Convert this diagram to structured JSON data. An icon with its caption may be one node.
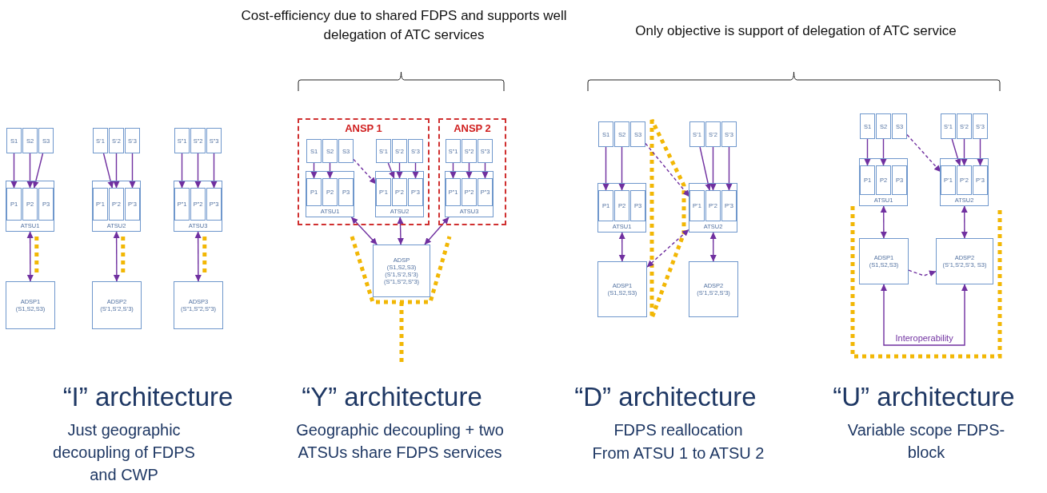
{
  "diagram": {
    "nodes": [
      {
        "text": [
          "S1"
        ]
      },
      {
        "text": [
          "S2"
        ]
      },
      {
        "text": [
          "S3"
        ]
      },
      {
        "text": [
          "S’1"
        ]
      },
      {
        "text": [
          "S’2"
        ]
      },
      {
        "text": [
          "S’3"
        ]
      },
      {
        "text": [
          "S”1"
        ]
      },
      {
        "text": [
          "S”2"
        ]
      },
      {
        "text": [
          "S”3"
        ]
      },
      {
        "text": [
          "ATSU1"
        ]
      },
      {
        "text": [
          "P1"
        ],
        "in": 9
      },
      {
        "text": [
          "P2"
        ],
        "in": 9
      },
      {
        "text": [
          "P3"
        ],
        "in": 9
      },
      {
        "text": [
          "ATSU2"
        ]
      },
      {
        "text": [
          "P’1"
        ],
        "in": 13
      },
      {
        "text": [
          "P’2"
        ],
        "in": 13
      },
      {
        "text": [
          "P’3"
        ],
        "in": 13
      },
      {
        "text": [
          "ATSU3"
        ]
      },
      {
        "text": [
          "P”1"
        ],
        "in": 17
      },
      {
        "text": [
          "P”2"
        ],
        "in": 17
      },
      {
        "text": [
          "P”3"
        ],
        "in": 17
      },
      {
        "text": [
          "ADSP1",
          "(S1,S2,S3)"
        ]
      },
      {
        "text": [
          "ADSP2",
          "(S’1,S’2,S’3)"
        ]
      },
      {
        "text": [
          "ADSP3",
          "(S”1,S”2,S”3)"
        ]
      },
      {
        "text": [
          "ANSP 1"
        ]
      },
      {
        "text": [
          "S1"
        ],
        "in": 24
      },
      {
        "text": [
          "S2"
        ],
        "in": 24
      },
      {
        "text": [
          "S3"
        ],
        "in": 24
      },
      {
        "text": [
          "S’1"
        ],
        "in": 24
      },
      {
        "text": [
          "S’2"
        ],
        "in": 24
      },
      {
        "text": [
          "S’3"
        ],
        "in": 24
      },
      {
        "text": [
          "ATSU1"
        ],
        "in": 24
      },
      {
        "text": [
          "P1"
        ],
        "in": 31
      },
      {
        "text": [
          "P2"
        ],
        "in": 31
      },
      {
        "text": [
          "P3"
        ],
        "in": 31
      },
      {
        "text": [
          "ATSU2"
        ],
        "in": 24
      },
      {
        "text": [
          "P’1"
        ],
        "in": 35
      },
      {
        "text": [
          "P’2"
        ],
        "in": 35
      },
      {
        "text": [
          "P’3"
        ],
        "in": 35
      },
      {
        "text": [
          "ANSP 2"
        ]
      },
      {
        "text": [
          "S”1"
        ],
        "in": 39
      },
      {
        "text": [
          "S”2"
        ],
        "in": 39
      },
      {
        "text": [
          "S”3"
        ],
        "in": 39
      },
      {
        "text": [
          "ATSU3"
        ],
        "in": 39
      },
      {
        "text": [
          "P”1"
        ],
        "in": 43
      },
      {
        "text": [
          "P”2"
        ],
        "in": 43
      },
      {
        "text": [
          "P”3"
        ],
        "in": 43
      },
      {
        "text": [
          "ADSP",
          "(S1,S2,S3)",
          "(S’1,S’2,S’3)",
          "(S”1,S”2,S”3)"
        ]
      },
      {
        "text": [
          "S1"
        ]
      },
      {
        "text": [
          "S2"
        ]
      },
      {
        "text": [
          "S3"
        ]
      },
      {
        "text": [
          "S’1"
        ]
      },
      {
        "text": [
          "S’2"
        ]
      },
      {
        "text": [
          "S’3"
        ]
      },
      {
        "text": [
          "ATSU1"
        ]
      },
      {
        "text": [
          "P1"
        ],
        "in": 54
      },
      {
        "text": [
          "P2"
        ],
        "in": 54
      },
      {
        "text": [
          "P3"
        ],
        "in": 54
      },
      {
        "text": [
          "ATSU2"
        ]
      },
      {
        "text": [
          "P’1"
        ],
        "in": 58
      },
      {
        "text": [
          "P’2"
        ],
        "in": 58
      },
      {
        "text": [
          "P’3"
        ],
        "in": 58
      },
      {
        "text": [
          "ADSP1",
          "(S1,S2,S3)"
        ]
      },
      {
        "text": [
          "ADSP2",
          "(S’1,S’2,S’3)"
        ]
      },
      {
        "text": [
          "S1"
        ]
      },
      {
        "text": [
          "S2"
        ]
      },
      {
        "text": [
          "S3"
        ]
      },
      {
        "text": [
          "S’1"
        ]
      },
      {
        "text": [
          "S’2"
        ]
      },
      {
        "text": [
          "S’3"
        ]
      },
      {
        "text": [
          "ATSU1"
        ]
      },
      {
        "text": [
          "P1"
        ],
        "in": 70
      },
      {
        "text": [
          "P2"
        ],
        "in": 70
      },
      {
        "text": [
          "P3"
        ],
        "in": 70
      },
      {
        "text": [
          "ATSU2"
        ]
      },
      {
        "text": [
          "P’1"
        ],
        "in": 74
      },
      {
        "text": [
          "P’2"
        ],
        "in": 74
      },
      {
        "text": [
          "P’3"
        ],
        "in": 74
      },
      {
        "text": [
          "ADSP1",
          "(S1,S2,S3)"
        ]
      },
      {
        "text": [
          "ADSP2",
          "(S’1,S’2,S’3, S3)"
        ]
      }
    ],
    "edges": [
      {
        "from": 0,
        "to": 10,
        "arrow": "to"
      },
      {
        "from": 1,
        "to": 11,
        "arrow": "to"
      },
      {
        "from": 2,
        "to": 11,
        "arrow": "to"
      },
      {
        "from": 3,
        "to": 15,
        "arrow": "to"
      },
      {
        "from": 4,
        "to": 15,
        "arrow": "to"
      },
      {
        "from": 5,
        "to": 16,
        "arrow": "to"
      },
      {
        "from": 6,
        "to": 18,
        "arrow": "to"
      },
      {
        "from": 7,
        "to": 19,
        "arrow": "to"
      },
      {
        "from": 8,
        "to": 20,
        "arrow": "to"
      },
      {
        "from": 9,
        "to": 21,
        "arrow": "both"
      },
      {
        "from": 13,
        "to": 22,
        "arrow": "both"
      },
      {
        "from": 17,
        "to": 23,
        "arrow": "both"
      },
      {
        "from": 25,
        "to": 32,
        "arrow": "to"
      },
      {
        "from": 26,
        "to": 33,
        "arrow": "to"
      },
      {
        "from": 27,
        "to": 36,
        "arrow": "to",
        "style": "dashed"
      },
      {
        "from": 28,
        "to": 37,
        "arrow": "to"
      },
      {
        "from": 29,
        "to": 37,
        "arrow": "to"
      },
      {
        "from": 30,
        "to": 38,
        "arrow": "to"
      },
      {
        "from": 40,
        "to": 44,
        "arrow": "to"
      },
      {
        "from": 41,
        "to": 45,
        "arrow": "to"
      },
      {
        "from": 42,
        "to": 46,
        "arrow": "to"
      },
      {
        "from": 31,
        "to": 47,
        "arrow": "both"
      },
      {
        "from": 35,
        "to": 47,
        "arrow": "both"
      },
      {
        "from": 43,
        "to": 47,
        "arrow": "both"
      },
      {
        "from": 48,
        "to": 55,
        "arrow": "to"
      },
      {
        "from": 49,
        "to": 56,
        "arrow": "to"
      },
      {
        "from": 50,
        "to": 59,
        "arrow": "to",
        "style": "dashed"
      },
      {
        "from": 51,
        "to": 60,
        "arrow": "to"
      },
      {
        "from": 52,
        "to": 60,
        "arrow": "to"
      },
      {
        "from": 53,
        "to": 61,
        "arrow": "to"
      },
      {
        "from": 54,
        "to": 62,
        "arrow": "both"
      },
      {
        "from": 62,
        "to": 58,
        "arrow": "both",
        "style": "dashed"
      },
      {
        "from": 58,
        "to": 63,
        "arrow": "both"
      },
      {
        "from": 64,
        "to": 71,
        "arrow": "to"
      },
      {
        "from": 65,
        "to": 72,
        "arrow": "to"
      },
      {
        "from": 66,
        "to": 75,
        "arrow": "to",
        "style": "dashed"
      },
      {
        "from": 67,
        "to": 76,
        "arrow": "to"
      },
      {
        "from": 68,
        "to": 76,
        "arrow": "to"
      },
      {
        "from": 69,
        "to": 77,
        "arrow": "to"
      },
      {
        "from": 70,
        "to": 78,
        "arrow": "both"
      },
      {
        "from": 74,
        "to": 79,
        "arrow": "both"
      },
      {
        "from": 78,
        "to": 79,
        "arrow": "to",
        "style": "dashed"
      },
      {
        "from": 78,
        "to": 79,
        "arrow": "both",
        "label": "Interoperability"
      }
    ],
    "labels": [
      "Cost-efficiency due to shared FDPS and supports well delegation of ATC services",
      "Only objective is support of delegation of ATC service",
      "“I” architecture",
      "Just geographic decoupling of FDPS and CWP",
      "“Y” architecture",
      "Geographic decoupling + two ATSUs share FDPS services",
      "“D” architecture",
      "FDPS reallocation",
      "From ATSU 1 to ATSU 2",
      "“U” architecture",
      "Variable scope FDPS-block"
    ]
  }
}
